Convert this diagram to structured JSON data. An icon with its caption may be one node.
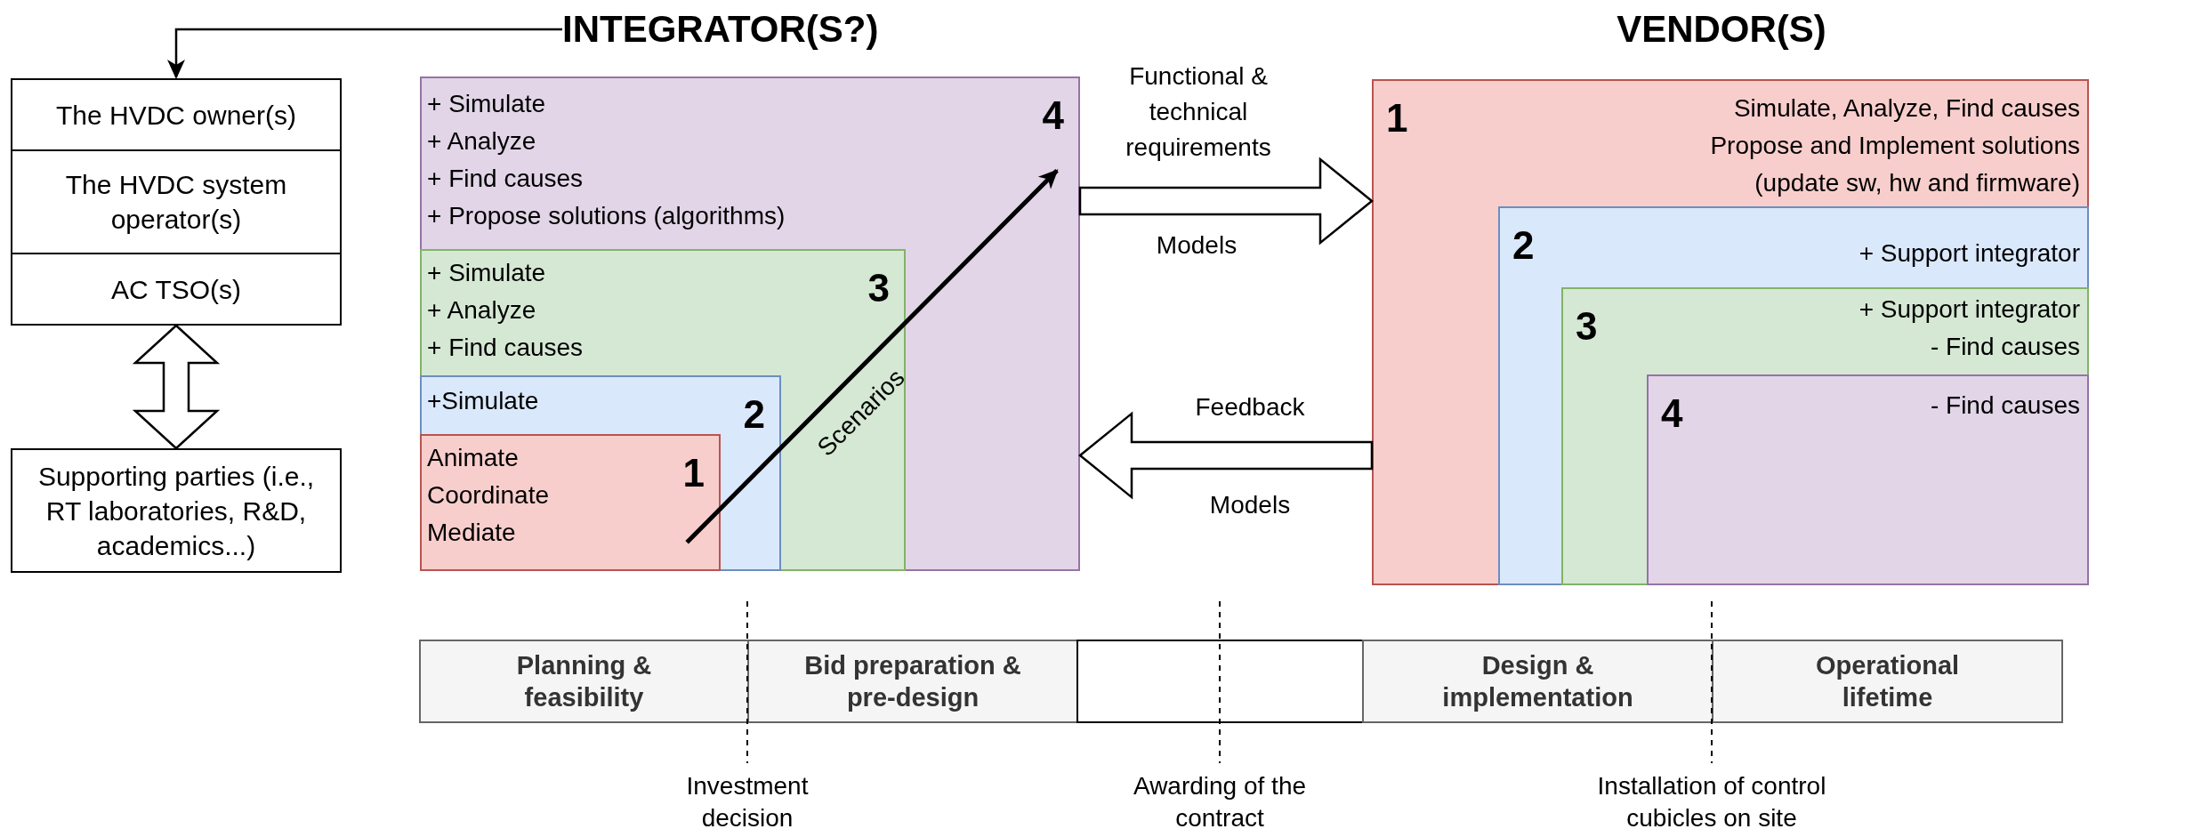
{
  "diagram": {
    "nodes": [
      {
        "text": [
          "INTEGRATOR(S?)"
        ]
      },
      {
        "text": [
          "The HVDC owner(s)"
        ]
      },
      {
        "text": [
          "The HVDC system operator(s)"
        ]
      },
      {
        "text": [
          "AC TSO(s)"
        ]
      },
      {
        "text": [
          "Supporting parties (i.e., RT laboratories, R&D, academics...)"
        ]
      },
      {
        "text": [
          "+ Simulate",
          "+ Analyze",
          "+ Find causes",
          "+ Propose solutions (algorithms)",
          "4"
        ]
      },
      {
        "text": [
          "+ Simulate",
          "+ Analyze",
          "+ Find causes",
          "3"
        ],
        "in": 5
      },
      {
        "text": [
          "+Simulate",
          "2"
        ],
        "in": 6
      },
      {
        "text": [
          "Animate",
          "Coordinate",
          "Mediate",
          "1"
        ],
        "in": 7
      },
      {
        "text": [
          "1",
          "Simulate, Analyze, Find causes",
          "Propose and Implement solutions",
          "(update sw, hw and firmware)"
        ]
      },
      {
        "text": [
          "2",
          "+ Support integrator"
        ],
        "in": 9
      },
      {
        "text": [
          "3",
          "+ Support integrator",
          "- Find causes"
        ],
        "in": 10
      },
      {
        "text": [
          "4",
          "- Find causes"
        ],
        "in": 11
      },
      {
        "text": [
          "Planning & feasibility"
        ]
      },
      {
        "text": [
          "Bid preparation & pre-design"
        ]
      },
      {
        "text": [],
        "shape": "box"
      },
      {
        "text": [
          "Design & implementation"
        ]
      },
      {
        "text": [
          "Operational lifetime"
        ]
      }
    ],
    "edges": [
      {
        "from": 0,
        "to": 1,
        "arrow": "to"
      },
      {
        "from": 3,
        "to": 4,
        "arrow": "both"
      },
      {
        "from": 8,
        "to": 5,
        "arrow": "to",
        "label": "Scenarios"
      },
      {
        "from": 5,
        "to": 9,
        "arrow": "to",
        "label": "Functional & technical requirements"
      },
      {
        "from": 9,
        "to": 5,
        "arrow": "to",
        "label": "Feedback"
      }
    ],
    "labels": [
      "VENDOR(S)",
      "Models",
      "Models",
      "Investment decision",
      "Awarding of the contract",
      "Installation of control cubicles on site"
    ]
  }
}
